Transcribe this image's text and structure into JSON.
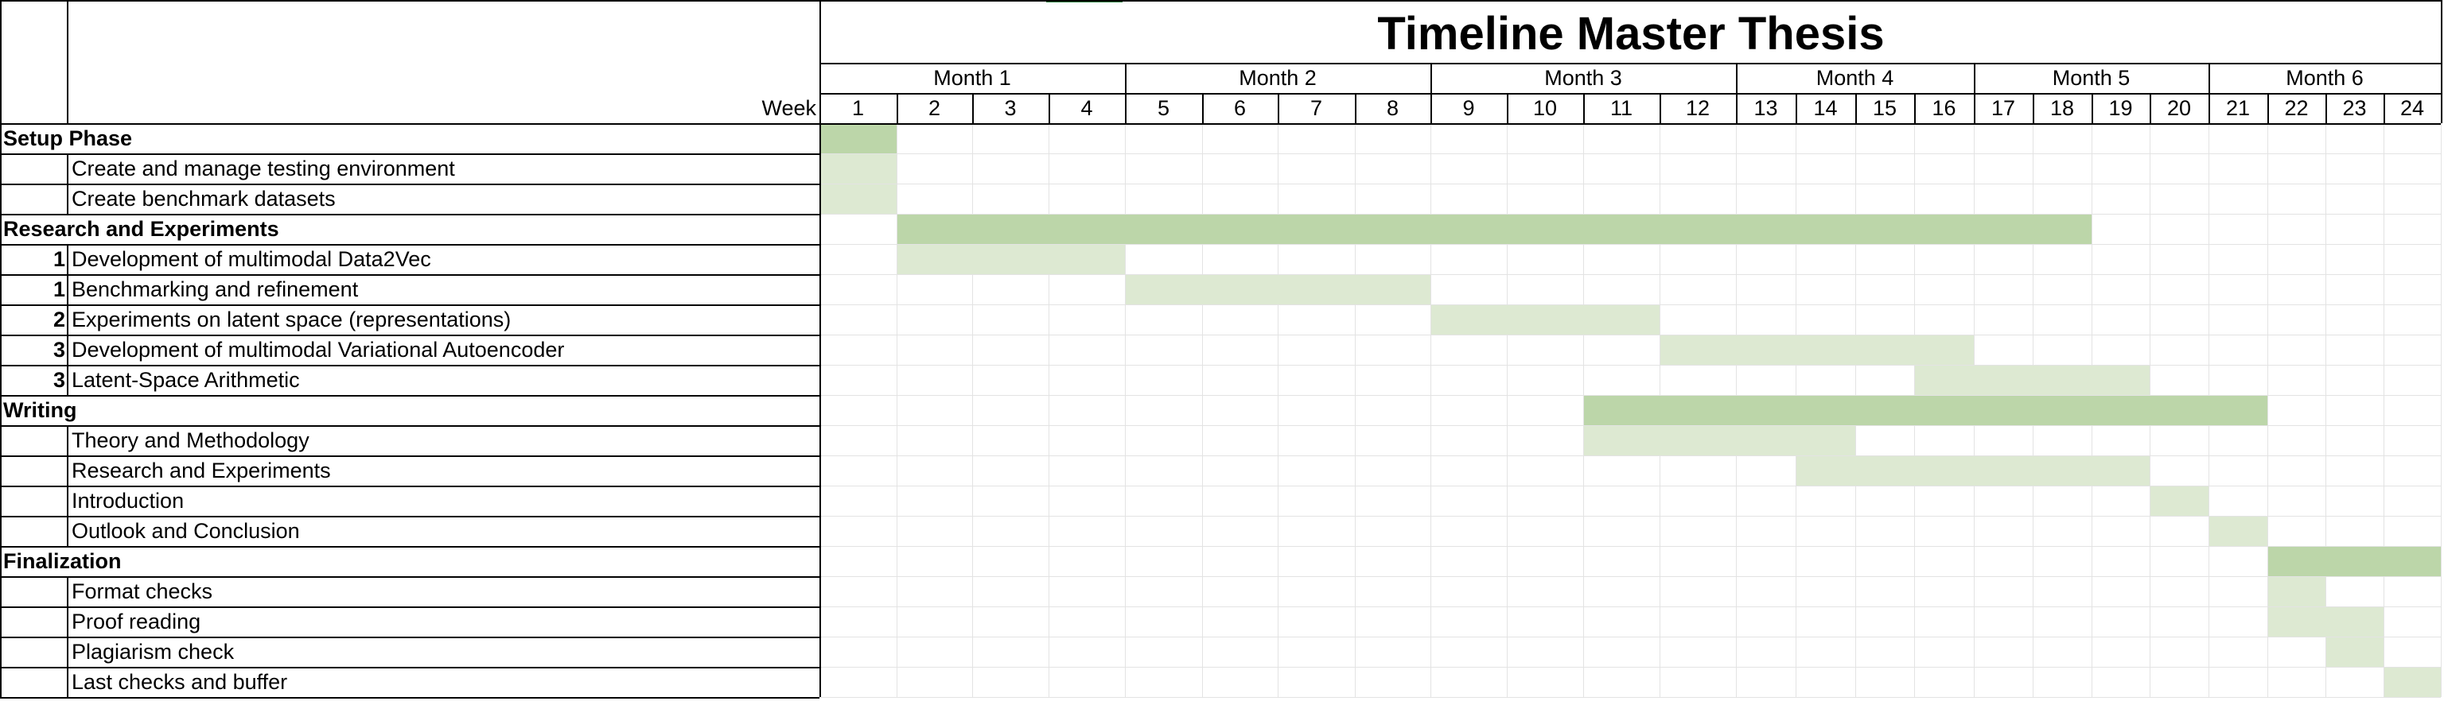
{
  "sheet": {
    "title": "Timeline Master Thesis",
    "week_label": "Week",
    "months": [
      "Month 1",
      "Month 2",
      "Month 3",
      "Month 4",
      "Month 5",
      "Month 6"
    ],
    "weeks": [
      "1",
      "2",
      "3",
      "4",
      "5",
      "6",
      "7",
      "8",
      "9",
      "10",
      "11",
      "12",
      "13",
      "14",
      "15",
      "16",
      "17",
      "18",
      "19",
      "20",
      "21",
      "22",
      "23",
      "24"
    ],
    "colors": {
      "phase_bar": "#bcd6a9",
      "task_bar": "#dde9d2",
      "grid": "#e3e3e3",
      "border": "#000000"
    },
    "rows": [
      {
        "num": "",
        "name": "Setup Phase",
        "phase": true,
        "start": 1,
        "end": 1
      },
      {
        "num": "",
        "name": "Create and manage testing environment",
        "phase": false,
        "start": 1,
        "end": 1
      },
      {
        "num": "",
        "name": "Create benchmark datasets",
        "phase": false,
        "start": 1,
        "end": 1
      },
      {
        "num": "",
        "name": "Research and Experiments",
        "phase": true,
        "start": 2,
        "end": 18
      },
      {
        "num": "1",
        "name": "Development of multimodal Data2Vec",
        "phase": false,
        "start": 2,
        "end": 4
      },
      {
        "num": "1",
        "name": "Benchmarking and refinement",
        "phase": false,
        "start": 5,
        "end": 8
      },
      {
        "num": "2",
        "name": "Experiments on latent space (representations)",
        "phase": false,
        "start": 9,
        "end": 11
      },
      {
        "num": "3",
        "name": "Development of multimodal Variational Autoencoder",
        "phase": false,
        "start": 12,
        "end": 16
      },
      {
        "num": "3",
        "name": "Latent-Space Arithmetic",
        "phase": false,
        "start": 16,
        "end": 19
      },
      {
        "num": "",
        "name": "Writing",
        "phase": true,
        "start": 11,
        "end": 21
      },
      {
        "num": "",
        "name": "Theory and Methodology",
        "phase": false,
        "start": 11,
        "end": 14
      },
      {
        "num": "",
        "name": "Research and Experiments",
        "phase": false,
        "start": 14,
        "end": 19
      },
      {
        "num": "",
        "name": "Introduction",
        "phase": false,
        "start": 20,
        "end": 20
      },
      {
        "num": "",
        "name": "Outlook and Conclusion",
        "phase": false,
        "start": 21,
        "end": 21
      },
      {
        "num": "",
        "name": "Finalization",
        "phase": true,
        "start": 22,
        "end": 24
      },
      {
        "num": "",
        "name": "Format checks",
        "phase": false,
        "start": 22,
        "end": 22
      },
      {
        "num": "",
        "name": "Proof reading",
        "phase": false,
        "start": 22,
        "end": 23
      },
      {
        "num": "",
        "name": "Plagiarism check",
        "phase": false,
        "start": 23,
        "end": 23
      },
      {
        "num": "",
        "name": "Last checks and buffer",
        "phase": false,
        "start": 24,
        "end": 24
      }
    ]
  }
}
